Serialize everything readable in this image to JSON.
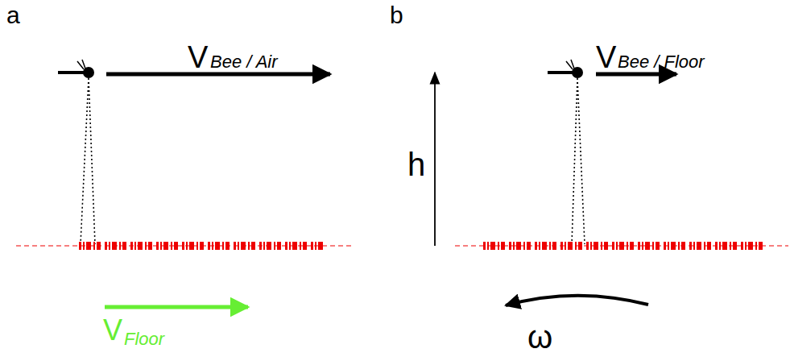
{
  "diagram": {
    "labels": [
      "a",
      "b",
      "V",
      "Bee / Air",
      "V",
      "Floor",
      "h",
      "V",
      "Bee / Floor",
      "ω"
    ]
  }
}
